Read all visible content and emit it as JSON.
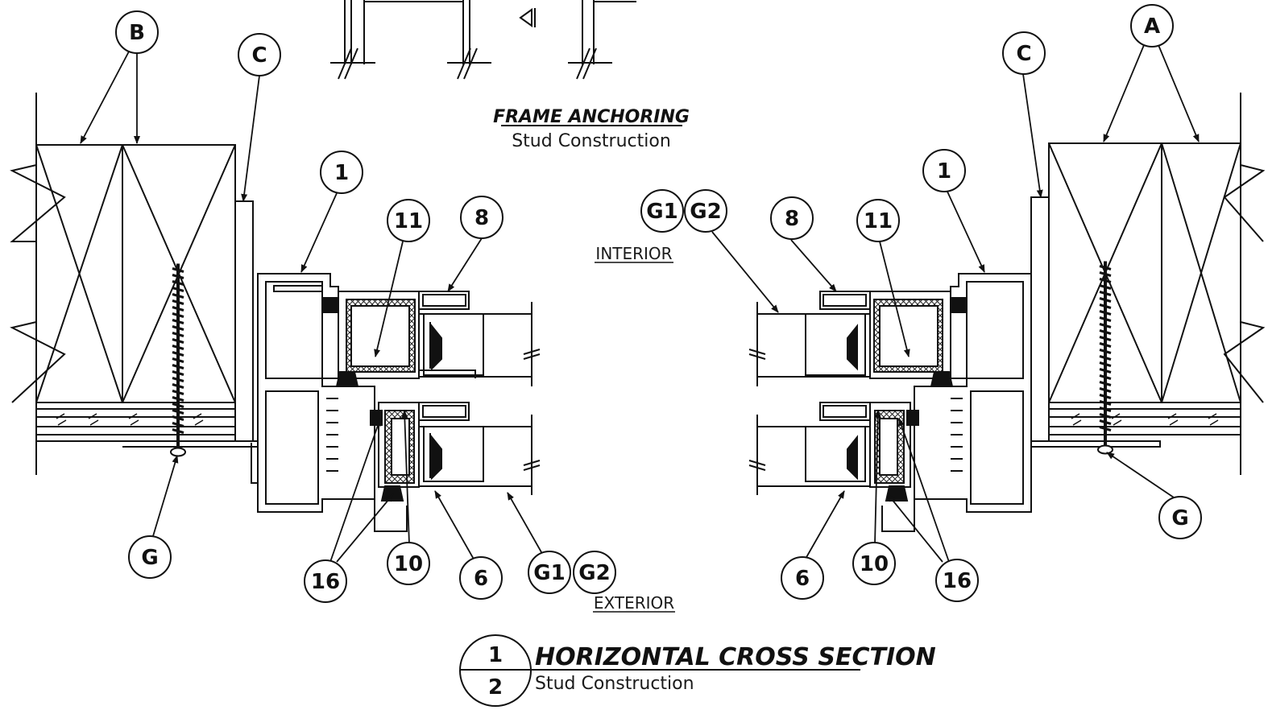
{
  "frame_anchoring": {
    "title": "FRAME ANCHORING",
    "subtitle": "Stud Construction"
  },
  "labels": {
    "interior": "INTERIOR",
    "exterior": "EXTERIOR"
  },
  "section": {
    "number_top": "1",
    "number_bottom": "2",
    "title": "HORIZONTAL CROSS SECTION",
    "subtitle": "Stud Construction"
  },
  "callouts": {
    "b": "B",
    "c": "C",
    "a": "A",
    "g": "G",
    "g1": "G1",
    "g2": "G2",
    "n1": "1",
    "n6": "6",
    "n8": "8",
    "n10": "10",
    "n11": "11",
    "n16": "16"
  }
}
